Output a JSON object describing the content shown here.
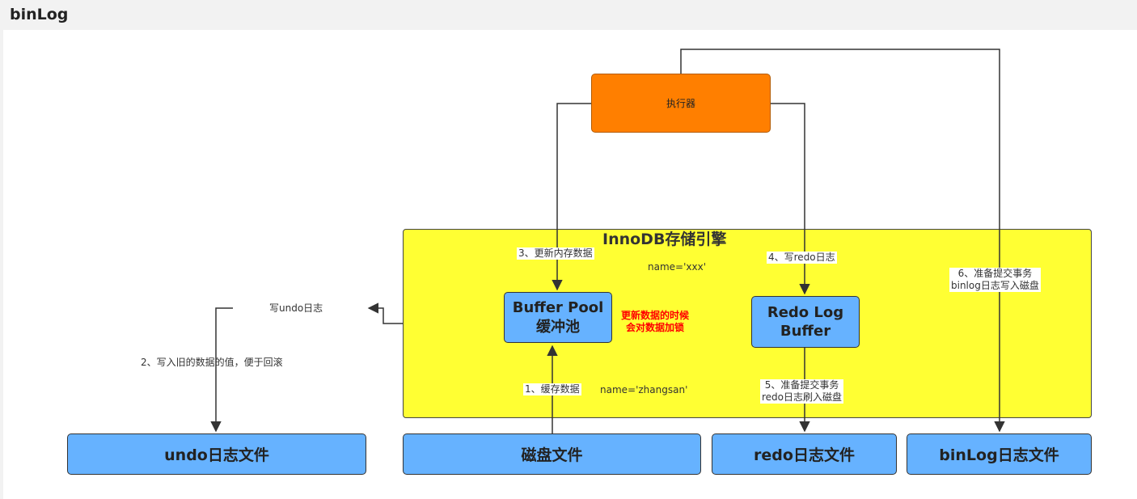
{
  "page": {
    "title": "binLog"
  },
  "nodes": {
    "executor": "执行器",
    "engine_title": "InnoDB存储引擎",
    "buffer_pool_line1": "Buffer Pool",
    "buffer_pool_line2": "缓冲池",
    "redo_buffer_line1": "Redo Log",
    "redo_buffer_line2": "Buffer",
    "undo_file": "undo日志文件",
    "disk_file": "磁盘文件",
    "redo_file": "redo日志文件",
    "binlog_file": "binLog日志文件"
  },
  "labels": {
    "step1": "1、缓存数据",
    "step2": "2、写入旧的数据的值，便于回滚",
    "step3": "3、更新内存数据",
    "step4": "4、写redo日志",
    "step5_line1": "5、准备提交事务",
    "step5_line2": "redo日志刷入磁盘",
    "step6_line1": "6、准备提交事务",
    "step6_line2": "binlog日志写入磁盘",
    "write_undo": "写undo日志",
    "name_xxx": "name='xxx'",
    "name_zhangsan": "name='zhangsan'",
    "lock_note_line1": "更新数据的时候",
    "lock_note_line2": "会对数据加锁"
  },
  "colors": {
    "executor": "#ff7f00",
    "engine": "#ffff33",
    "box_blue": "#66b2ff",
    "edge": "#333333",
    "lock_note": "#ff0000"
  }
}
